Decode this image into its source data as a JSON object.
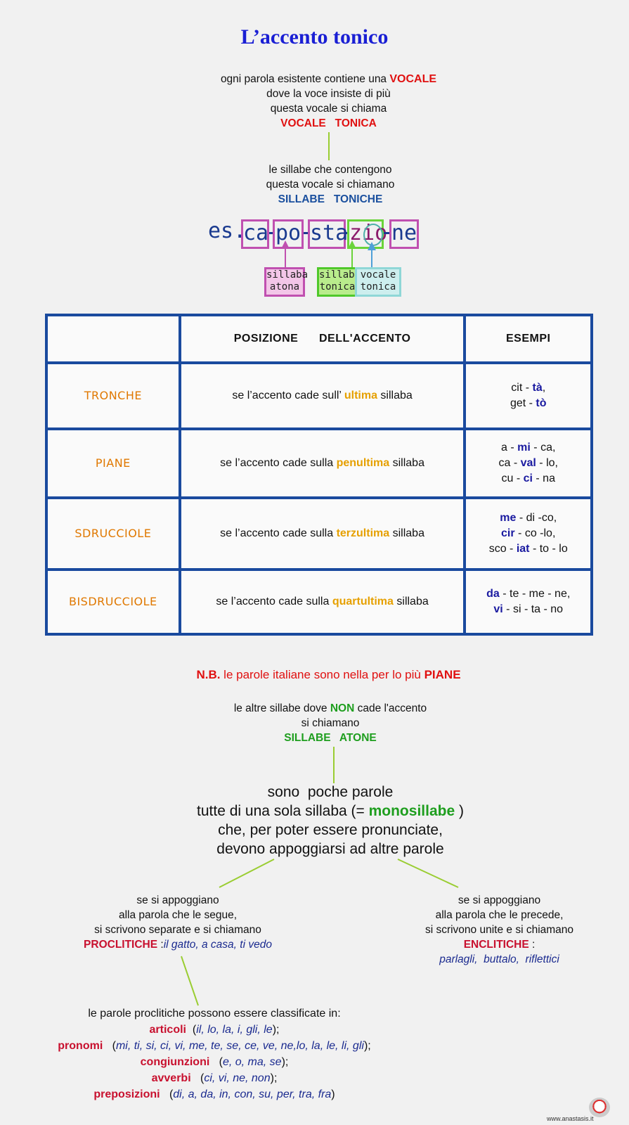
{
  "title": "L’accento tonico",
  "intro": {
    "l1_text": "ogni parola esistente contiene una ",
    "l1_em": "VOCALE",
    "l2": "dove la voce insiste di più",
    "l3": "questa vocale si chiama",
    "l4": "VOCALE   TONICA"
  },
  "syllable_block": {
    "l1": "le sillabe che contengono",
    "l2": "questa vocale si chiamano",
    "l3": "SILLABE   TONICHE"
  },
  "example": {
    "prefix": "es.",
    "syllables": [
      "ca",
      "po",
      "sta",
      "zio",
      "ne"
    ],
    "label_atona": "sillaba atona",
    "label_tonica": "sillaba tonica",
    "label_vocale": "vocale tonica",
    "colors": {
      "box": "#c050b0",
      "green": "#6ad33a",
      "teal": "#8fd7d7"
    }
  },
  "table": {
    "header": {
      "col2": "POSIZIONE      DELL'ACCENTO",
      "col3": "ESEMPI"
    },
    "rows": [
      {
        "cat": "TRONCHE",
        "pre": "se l’accento cade sull’ ",
        "em": "ultima",
        "post": " sillaba",
        "examples": [
          [
            "cit - ",
            "tà",
            ","
          ],
          [
            "get - ",
            "tò",
            ""
          ]
        ]
      },
      {
        "cat": "PIANE",
        "pre": "se l’accento cade sulla ",
        "em": "penultima",
        "post": " sillaba",
        "examples": [
          [
            "a - ",
            "mi",
            " - ca,"
          ],
          [
            "ca - ",
            "val",
            " - lo,"
          ],
          [
            "cu - ",
            "ci",
            " - na"
          ]
        ]
      },
      {
        "cat": "SDRUCCIOLE",
        "pre": "se l’accento cade sulla ",
        "em": "terzultima",
        "post": " sillaba",
        "examples": [
          [
            "",
            "me",
            " - di -co,"
          ],
          [
            "",
            "cir",
            " - co -lo,"
          ],
          [
            "sco - ",
            "iat",
            " - to - lo"
          ]
        ]
      },
      {
        "cat": "BISDRUCCIOLE",
        "pre": "se l’accento cade sulla ",
        "em": "quartultima",
        "post": " sillaba",
        "examples": [
          [
            "",
            "da",
            " - te - me - ne,"
          ],
          [
            "",
            "vi",
            " - si - ta - no"
          ]
        ]
      }
    ]
  },
  "nb": {
    "lead": "N.B.",
    "text": " le parole italiane sono nella per lo più ",
    "em": "PIANE"
  },
  "atone": {
    "l1_pre": "le altre sillabe dove ",
    "l1_em": "NON",
    "l1_post": " cade l'accento",
    "l2": "si chiamano",
    "l3": "SILLABE   ATONE"
  },
  "mono": {
    "l1": "sono  poche parole",
    "l2_pre": "tutte di una sola sillaba (= ",
    "l2_em": "monosillabe",
    "l2_post": " )",
    "l3": "che, per poter essere pronunciate,",
    "l4": "devono appoggiarsi ad altre parole"
  },
  "procl": {
    "l1": "se si appoggiano",
    "l2": "alla parola che le segue,",
    "l3": "si scrivono separate e si chiamano",
    "term": "PROCLITICHE",
    "colon": " :",
    "examples": "il gatto, a casa, ti vedo"
  },
  "encl": {
    "l1": "se si appoggiano",
    "l2": "alla parola che le precede,",
    "l3": "si scrivono unite e si chiamano",
    "term": "ENCLITICHE",
    "colon": " :",
    "examples": "parlagli,  buttalo,  riflettici"
  },
  "classes": {
    "intro": "le parole proclitiche possono essere classificate in:",
    "items": [
      {
        "name": "articoli",
        "open": "  (",
        "list": "il, lo, la, i, gli, le",
        "close": ");"
      },
      {
        "name": "pronomi",
        "open": "   (",
        "list": "mi, ti, si, ci, vi, me, te, se, ce, ve, ne,lo, la, le, li, gli",
        "close": ");"
      },
      {
        "name": "congiunzioni",
        "open": "   (",
        "list": "e, o, ma, se",
        "close": ");"
      },
      {
        "name": "avverbi",
        "open": "   (",
        "list": "ci, vi, ne, non",
        "close": ");"
      },
      {
        "name": "preposizioni",
        "open": "   (",
        "list": "di, a, da, in, con, su, per, tra, fra",
        "close": ")"
      }
    ]
  },
  "footer": {
    "site": "www.anastasis.it"
  }
}
